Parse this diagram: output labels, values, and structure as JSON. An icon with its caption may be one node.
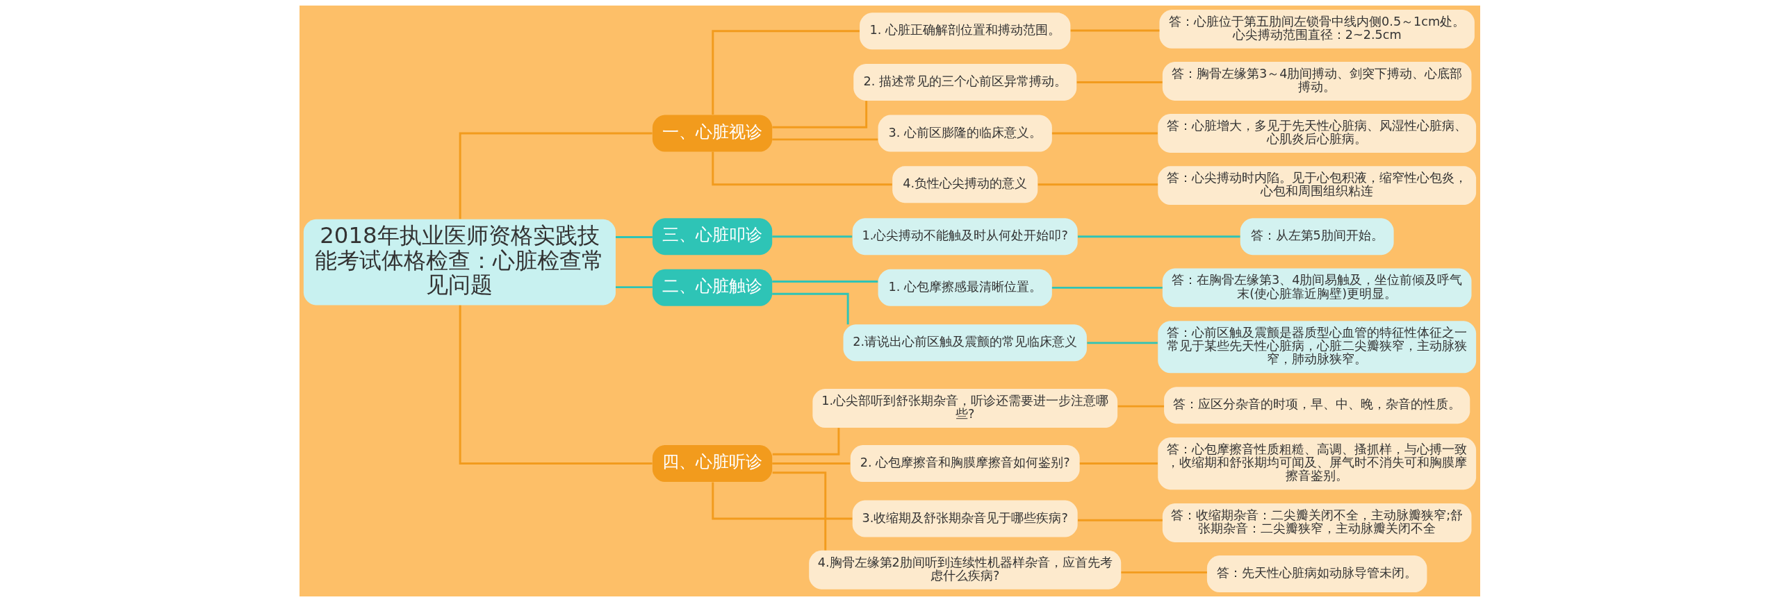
{
  "diagram": {
    "nodes": [
      {
        "text": [
          "2018年执业医师资格实践技能考试体格检查：心脏检查常见问题"
        ]
      },
      {
        "text": [
          "一、心脏视诊"
        ]
      },
      {
        "text": [
          "1. 心脏正确解剖位置和搏动范围。"
        ]
      },
      {
        "text": [
          "答：心脏位于第五肋间左锁骨中线内侧0.5～1cm处。心尖搏动范围直径：2~2.5cm"
        ]
      },
      {
        "text": [
          "2. 描述常见的三个心前区异常搏动。"
        ]
      },
      {
        "text": [
          "答：胸骨左缘第3～4肋间搏动、剑突下搏动、心底部搏动。"
        ]
      },
      {
        "text": [
          "3. 心前区膨隆的临床意义。"
        ]
      },
      {
        "text": [
          "答：心脏增大，多见于先天性心脏病、风湿性心脏病、心肌炎后心脏病。"
        ]
      },
      {
        "text": [
          "4.负性心尖搏动的意义"
        ]
      },
      {
        "text": [
          "答：心尖搏动时内陷。见于心包积液，缩窄性心包炎，心包和周围组织粘连"
        ]
      },
      {
        "text": [
          "三、心脏叩诊"
        ]
      },
      {
        "text": [
          "1.心尖搏动不能触及时从何处开始叩?"
        ]
      },
      {
        "text": [
          "答：从左第5肋间开始。"
        ]
      },
      {
        "text": [
          "二、心脏触诊"
        ]
      },
      {
        "text": [
          "1. 心包摩擦感最清晰位置。"
        ]
      },
      {
        "text": [
          "答：在胸骨左缘第3、4肋间易触及，坐位前倾及呼气末(使心脏靠近胸壁)更明显。"
        ]
      },
      {
        "text": [
          "2.请说出心前区触及震颤的常见临床意义"
        ]
      },
      {
        "text": [
          "答：心前区触及震颤是器质型心血管的特征性体征之一常见于某些先天性心脏病，心脏二尖瓣狭窄，主动脉狭窄，肺动脉狭窄。"
        ]
      },
      {
        "text": [
          "四、心脏听诊"
        ]
      },
      {
        "text": [
          "1.心尖部听到舒张期杂音，听诊还需要进一步注意哪些?"
        ]
      },
      {
        "text": [
          "答：应区分杂音的时项，早、中、晚，杂音的性质。"
        ]
      },
      {
        "text": [
          "2. 心包摩擦音和胸膜摩擦音如何鉴别?"
        ]
      },
      {
        "text": [
          "答：心包摩擦音性质粗糙、高调、搔抓样，与心搏一致，收缩期和舒张期均可闻及、屏气时不消失可和胸膜摩擦音鉴别。"
        ]
      },
      {
        "text": [
          "3.收缩期及舒张期杂音见于哪些疾病?"
        ]
      },
      {
        "text": [
          "答：收缩期杂音：二尖瓣关闭不全，主动脉瓣狭窄;舒张期杂音：二尖瓣狭窄，主动脉瓣关闭不全"
        ]
      },
      {
        "text": [
          "4.胸骨左缘第2肋间听到连续性机器样杂音，应首先考虑什么疾病?"
        ]
      },
      {
        "text": [
          "答：先天性心脏病如动脉导管未闭。"
        ]
      }
    ],
    "edges": [
      {
        "from": 0,
        "to": 1,
        "arrow": "none"
      },
      {
        "from": 1,
        "to": 2,
        "arrow": "none"
      },
      {
        "from": 2,
        "to": 3,
        "arrow": "none"
      },
      {
        "from": 1,
        "to": 4,
        "arrow": "none"
      },
      {
        "from": 4,
        "to": 5,
        "arrow": "none"
      },
      {
        "from": 1,
        "to": 6,
        "arrow": "none"
      },
      {
        "from": 6,
        "to": 7,
        "arrow": "none"
      },
      {
        "from": 1,
        "to": 8,
        "arrow": "none"
      },
      {
        "from": 8,
        "to": 9,
        "arrow": "none"
      },
      {
        "from": 0,
        "to": 10,
        "arrow": "none",
        "color": "#2ec4b6"
      },
      {
        "from": 10,
        "to": 11,
        "arrow": "none",
        "color": "#2ec4b6"
      },
      {
        "from": 11,
        "to": 12,
        "arrow": "none",
        "color": "#2ec4b6"
      },
      {
        "from": 0,
        "to": 13,
        "arrow": "none",
        "color": "#2ec4b6"
      },
      {
        "from": 13,
        "to": 14,
        "arrow": "none",
        "color": "#2ec4b6"
      },
      {
        "from": 14,
        "to": 15,
        "arrow": "none",
        "color": "#2ec4b6"
      },
      {
        "from": 13,
        "to": 16,
        "arrow": "none",
        "color": "#2ec4b6"
      },
      {
        "from": 16,
        "to": 17,
        "arrow": "none",
        "color": "#2ec4b6"
      },
      {
        "from": 0,
        "to": 18,
        "arrow": "none"
      },
      {
        "from": 18,
        "to": 19,
        "arrow": "none"
      },
      {
        "from": 19,
        "to": 20,
        "arrow": "none"
      },
      {
        "from": 18,
        "to": 21,
        "arrow": "none"
      },
      {
        "from": 21,
        "to": 22,
        "arrow": "none"
      },
      {
        "from": 18,
        "to": 23,
        "arrow": "none"
      },
      {
        "from": 23,
        "to": 24,
        "arrow": "none"
      },
      {
        "from": 18,
        "to": 25,
        "arrow": "none"
      },
      {
        "from": 25,
        "to": 26,
        "arrow": "none"
      }
    ]
  }
}
